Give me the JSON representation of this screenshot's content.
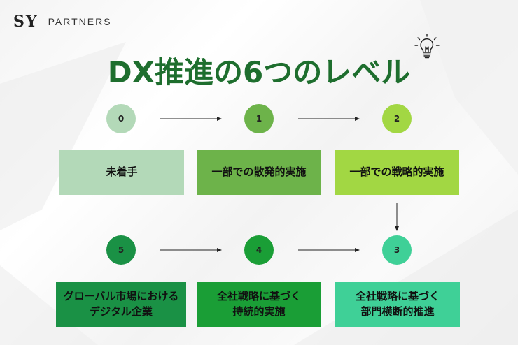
{
  "logo": {
    "mark": "SY",
    "text": "PARTNERS"
  },
  "title": "DX推進の6つのレベル",
  "levels": [
    {
      "number": "0",
      "label": "未着手",
      "color": "#b3d9b8",
      "circle_color": "#b3d9b8"
    },
    {
      "number": "1",
      "label": "一部での散発的実施",
      "color": "#6db34a",
      "circle_color": "#6db34a"
    },
    {
      "number": "2",
      "label": "一部での戦略的実施",
      "color": "#a2d743",
      "circle_color": "#a2d743"
    },
    {
      "number": "3",
      "label": "全社戦略に基づく\n部門横断的推進",
      "color": "#3fd097",
      "circle_color": "#3fd097"
    },
    {
      "number": "4",
      "label": "全社戦略に基づく\n持続的実施",
      "color": "#1a9e36",
      "circle_color": "#1a9e36"
    },
    {
      "number": "5",
      "label": "グローバル市場における\nデジタル企業",
      "color": "#1a9145",
      "circle_color": "#1a9145"
    }
  ]
}
